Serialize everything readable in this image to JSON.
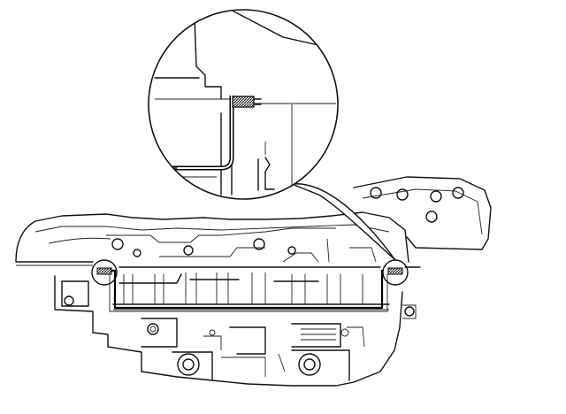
{
  "diagram": {
    "background": "#ffffff",
    "ink": "#111111",
    "callout": {
      "source_marker": "right-clip-marker",
      "detail": "bent-wire-clip-with-threaded-end"
    },
    "markers": [
      "left-clip-marker",
      "right-clip-marker"
    ]
  }
}
